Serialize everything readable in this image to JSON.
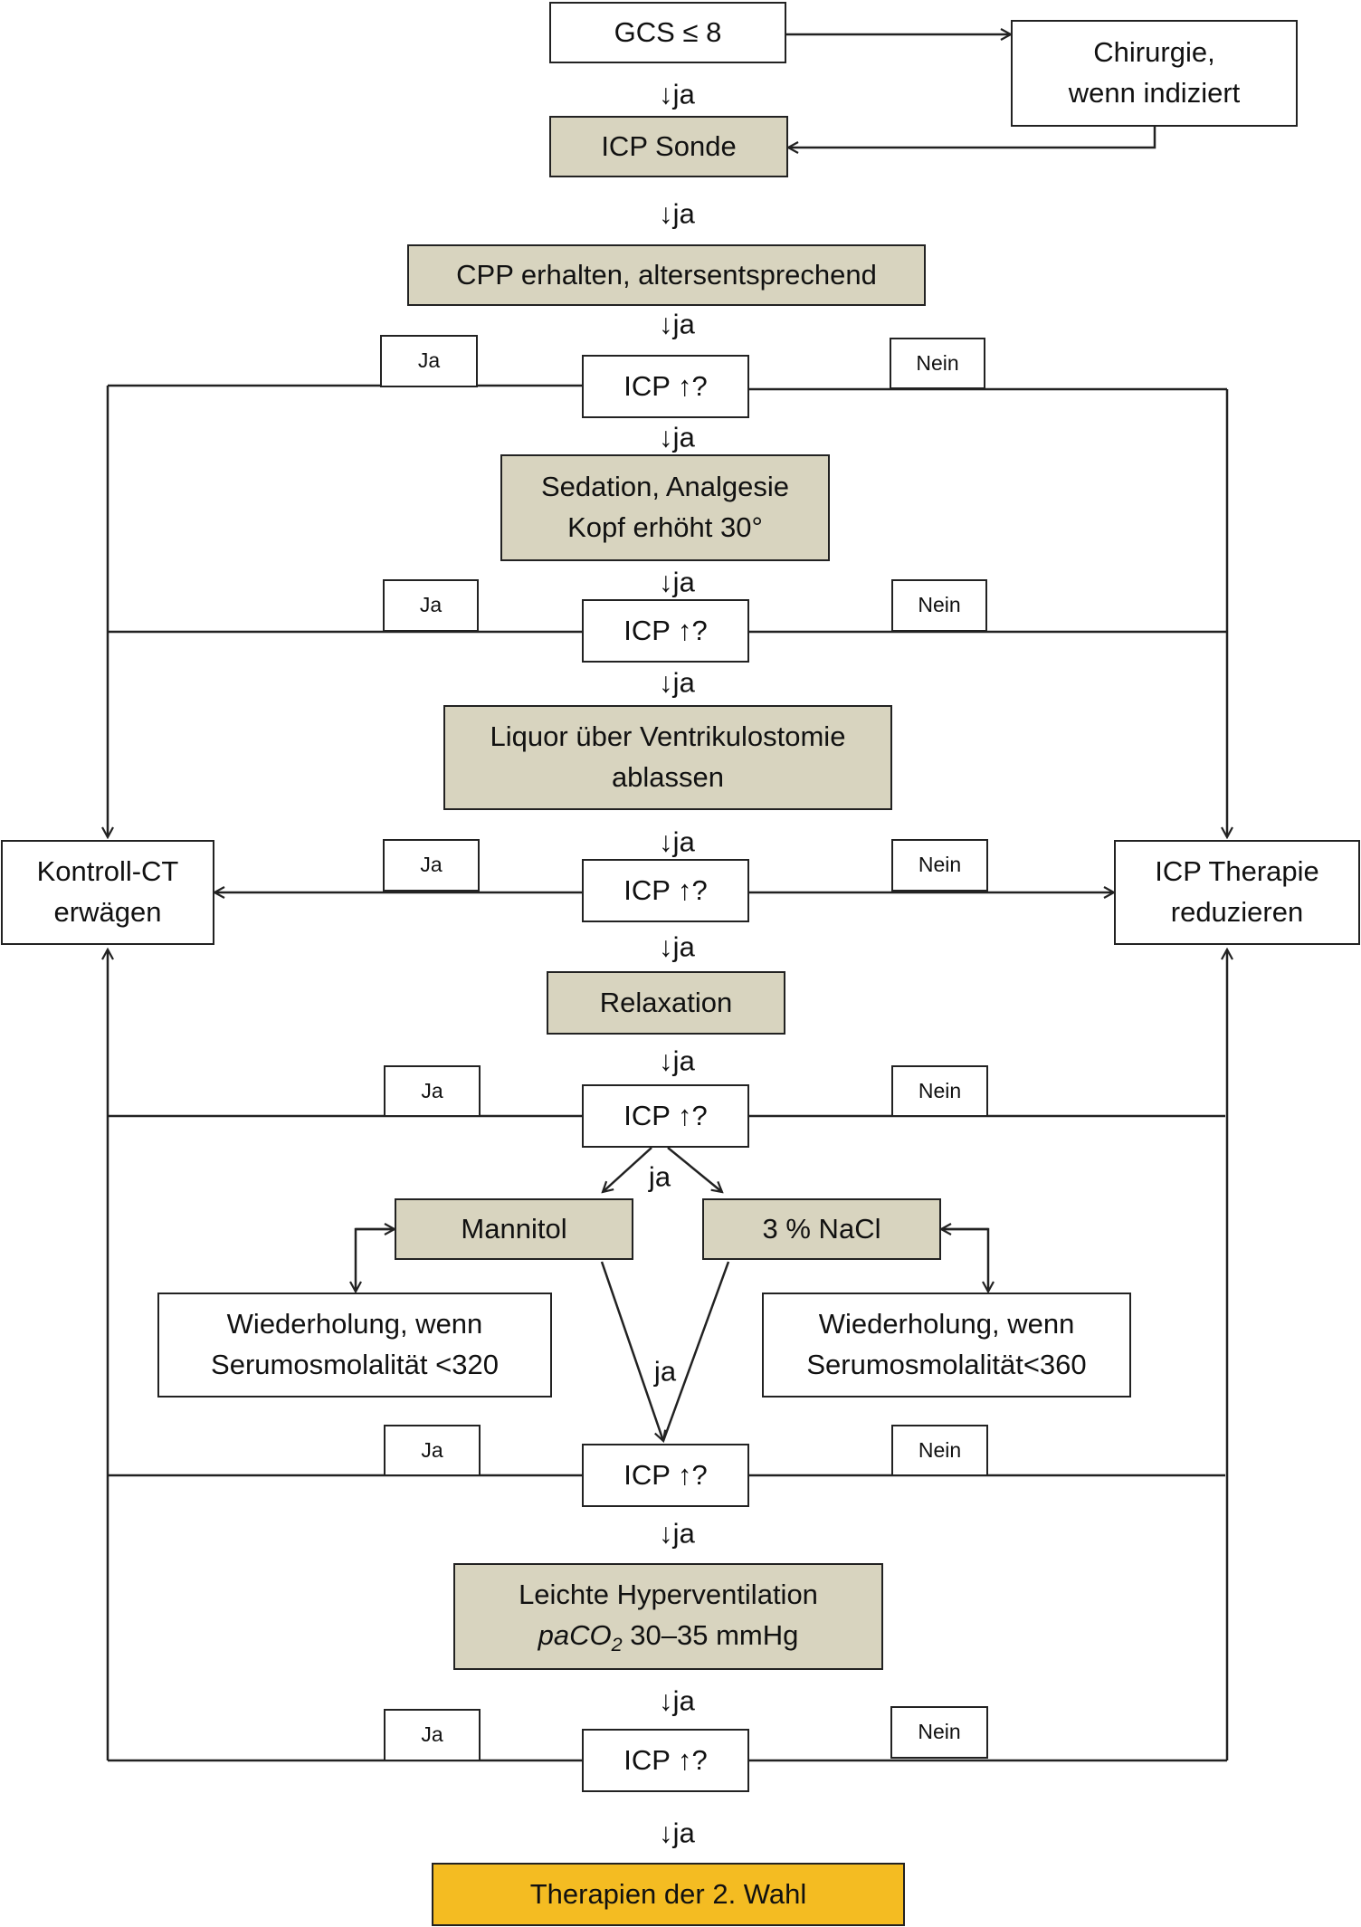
{
  "nodes": {
    "gcs": "GCS ≤ 8",
    "surgery": "Chirurgie,\nwenn indiziert",
    "icp_probe": "ICP Sonde",
    "cpp": "CPP erhalten, altersentsprechend",
    "q1": "ICP ↑?",
    "sedation": "Sedation, Analgesie\nKopf erhöht 30°",
    "q2": "ICP ↑?",
    "csf": "Liquor über Ventrikulostomie\nablassen",
    "q3": "ICP ↑?",
    "control_ct": "Kontroll-CT\nerwägen",
    "reduce_icp": "ICP Therapie\nreduzieren",
    "relaxation": "Relaxation",
    "q4": "ICP ↑?",
    "mannitol": "Mannitol",
    "nacl": "3 % NaCl",
    "repeat_mannitol": "Wiederholung, wenn\nSerumosmolalität <320",
    "repeat_nacl": "Wiederholung, wenn\nSerumosmolalität<360",
    "q5": "ICP ↑?",
    "hypervent_line1": "Leichte Hyperventilation",
    "hypervent_pa": "paCO",
    "hypervent_sub": "2",
    "hypervent_rest": " 30–35 mmHg",
    "q6": "ICP ↑?",
    "second_line": "Therapien der 2. Wahl"
  },
  "tags": {
    "yes": "Ja",
    "no": "Nein"
  },
  "edge_label": "ja",
  "down_arrow": "↓",
  "colors": {
    "action_fill": "#d8d4bf",
    "final_fill": "#f4bc22",
    "line": "#222222"
  }
}
